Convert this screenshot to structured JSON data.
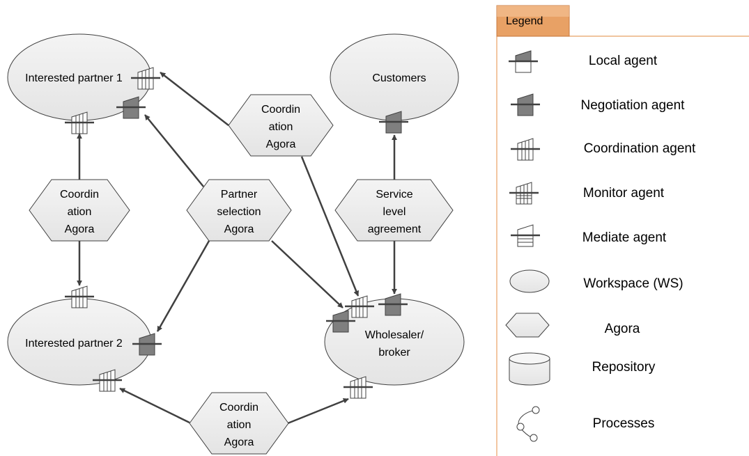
{
  "diagram": {
    "workspaces": {
      "partner1": "Interested partner 1",
      "partner2": "Interested partner 2",
      "customers": "Customers",
      "wholesaler": [
        "Wholesaler/",
        "broker"
      ]
    },
    "agoras": {
      "coord_top": [
        "Coordin",
        "ation",
        "Agora"
      ],
      "coord_left": [
        "Coordin",
        "ation",
        "Agora"
      ],
      "partner_selection": [
        "Partner",
        "selection",
        "Agora"
      ],
      "sla": [
        "Service",
        "level",
        "agreement"
      ],
      "coord_bottom": [
        "Coordin",
        "ation",
        "Agora"
      ]
    }
  },
  "legend": {
    "title": "Legend",
    "accent": "#e8a165",
    "items": [
      {
        "label": "Local agent",
        "icon": "local-agent-icon"
      },
      {
        "label": "Negotiation agent",
        "icon": "negotiation-agent-icon"
      },
      {
        "label": "Coordination agent",
        "icon": "coordination-agent-icon"
      },
      {
        "label": "Monitor agent",
        "icon": "monitor-agent-icon"
      },
      {
        "label": "Mediate agent",
        "icon": "mediate-agent-icon"
      },
      {
        "label": "Workspace (WS)",
        "icon": "workspace-icon"
      },
      {
        "label": "Agora",
        "icon": "agora-icon"
      },
      {
        "label": "Repository",
        "icon": "repository-icon"
      },
      {
        "label": "Processes",
        "icon": "processes-icon"
      }
    ]
  },
  "colors": {
    "shape_fill": "#efefef",
    "dark_agent": "#7f7f7f",
    "stroke": "#404040"
  }
}
